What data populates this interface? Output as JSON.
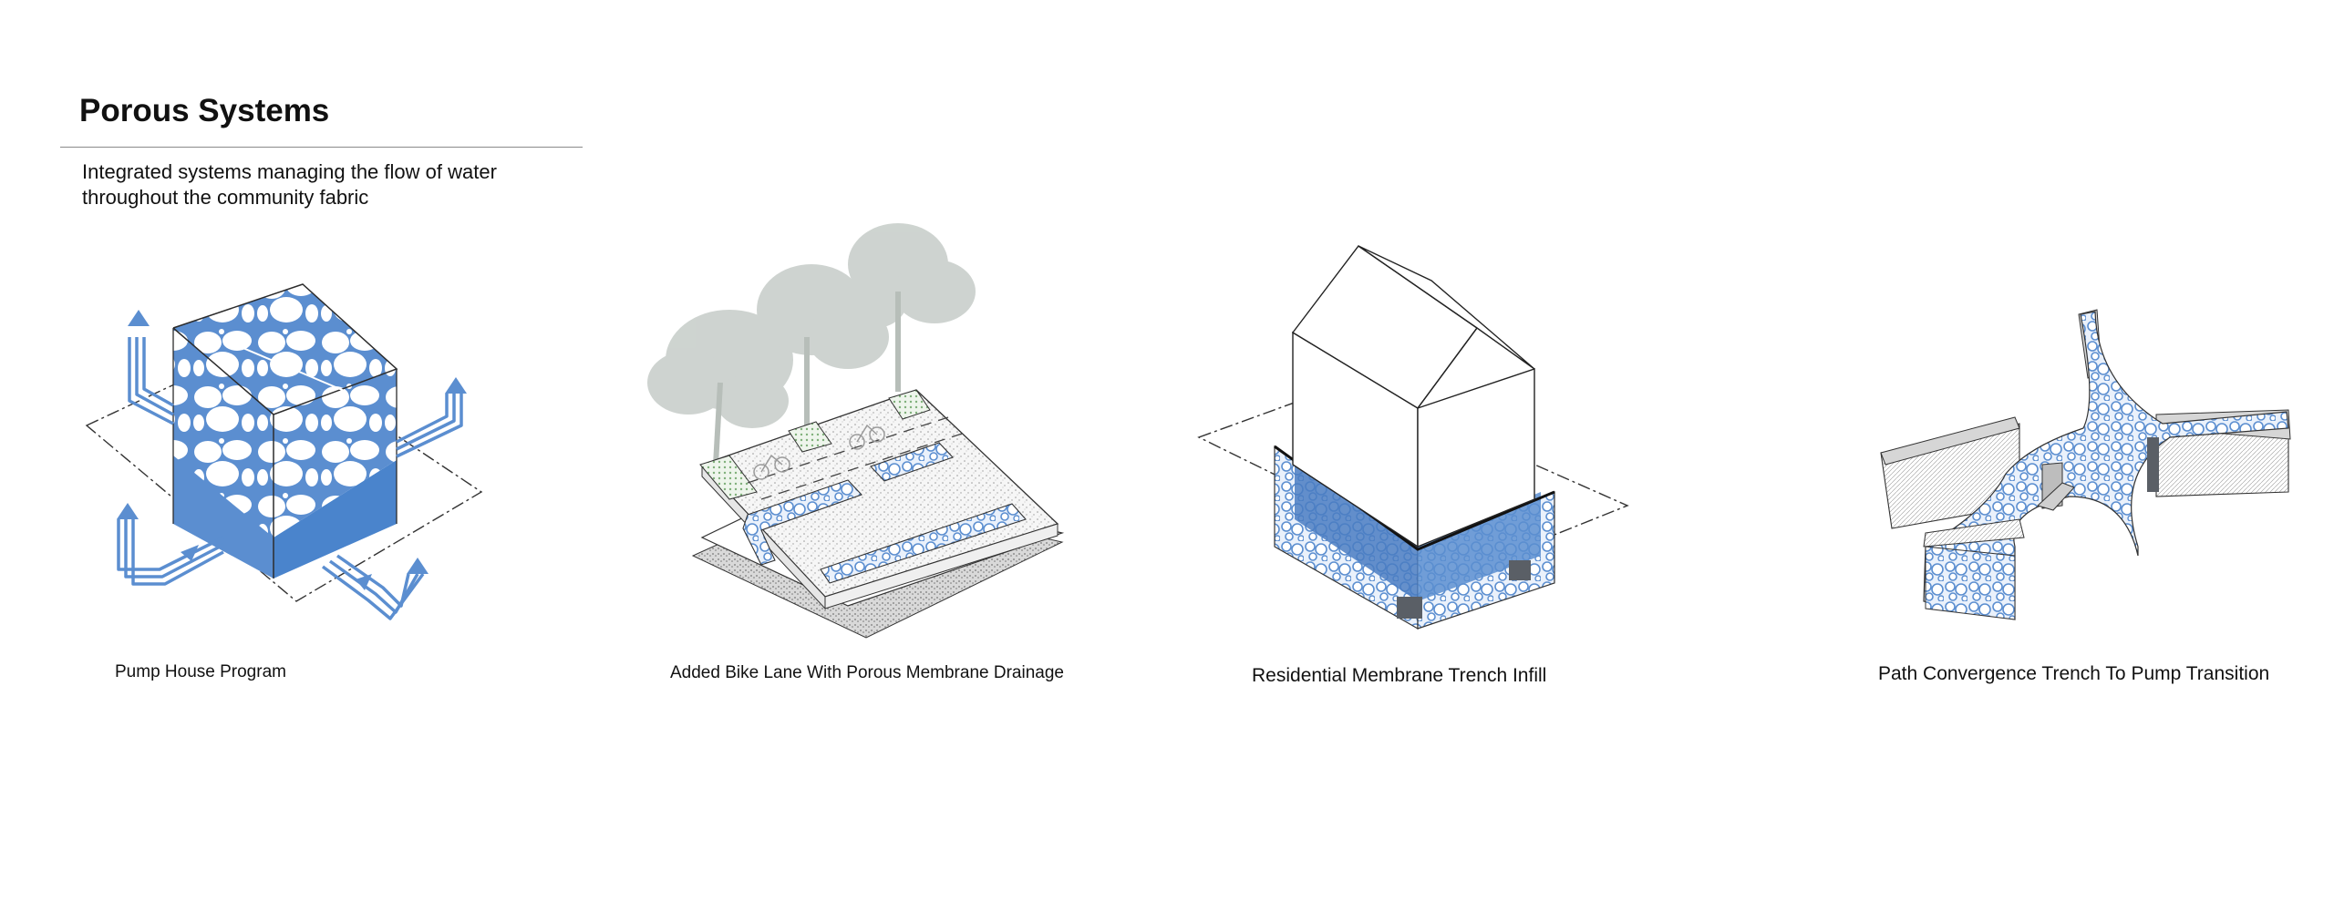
{
  "header": {
    "title": "Porous Systems",
    "subtitle": "Integrated systems managing the flow of water throughout the community fabric"
  },
  "colors": {
    "water_blue": "#5b8ed0",
    "dark_blue": "#4a7cc2",
    "tree_gray": "#c9cfcb",
    "green_planter": "#7fb07a",
    "line": "#222222"
  },
  "diagrams": [
    {
      "caption": "Pump House Program",
      "icon": "porous-cube-icon"
    },
    {
      "caption": "Added Bike Lane With Porous Membrane Drainage",
      "icon": "bike-lane-icon"
    },
    {
      "caption": "Residential Membrane Trench Infill",
      "icon": "house-trench-icon"
    },
    {
      "caption": "Path Convergence Trench To Pump Transition",
      "icon": "path-convergence-icon"
    }
  ]
}
